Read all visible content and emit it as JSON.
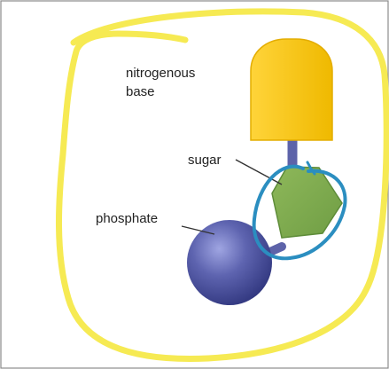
{
  "labels": {
    "nitrogenous_base_line1": "nitrogenous",
    "nitrogenous_base_line2": "base",
    "sugar": "sugar",
    "phosphate": "phosphate"
  },
  "colors": {
    "nitrogenous_base": "#F8C400",
    "sugar": "#7BAA4F",
    "phosphate": "#4F57A3",
    "connector": "#5E63A8",
    "highlight_yellow": "#F7EB54",
    "highlight_blue": "#2A8EC1",
    "border": "#8A8A8A"
  }
}
